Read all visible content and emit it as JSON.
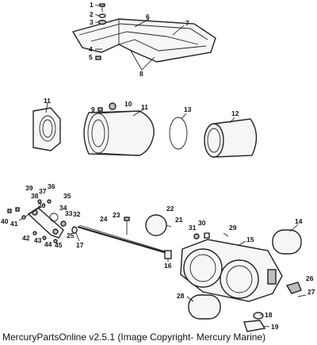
{
  "caption": "MercuryPartsOnline v2.5.1 (Image Copyright- Mercury Marine)",
  "callouts": [
    "1",
    "2",
    "3",
    "4",
    "5",
    "6",
    "7",
    "8",
    "9",
    "10",
    "11",
    "11",
    "12",
    "13",
    "14",
    "15",
    "16",
    "17",
    "18",
    "19",
    "20",
    "21",
    "22",
    "23",
    "24",
    "25",
    "26",
    "27",
    "28",
    "29",
    "30",
    "31",
    "32",
    "33",
    "34",
    "35",
    "36",
    "37",
    "38",
    "39",
    "40",
    "41",
    "42",
    "43",
    "44",
    "45"
  ],
  "colors": {
    "line": "#222222",
    "background": "#ffffff",
    "fill": "#f6f6f6",
    "shade": "#bdbdbd"
  }
}
